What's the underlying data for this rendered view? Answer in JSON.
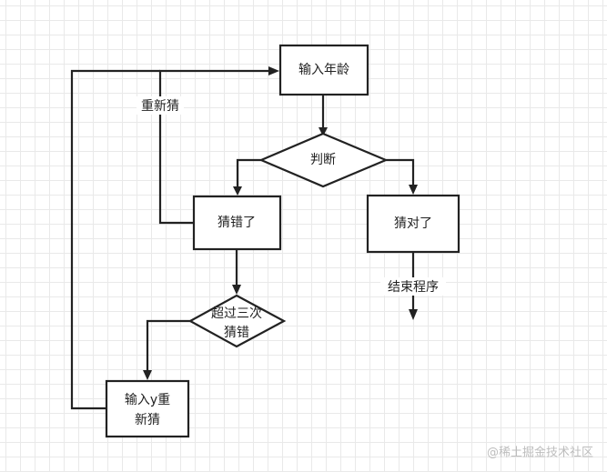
{
  "nodes": {
    "input_age": "输入年龄",
    "judge": "判断",
    "guess_wrong": "猜错了",
    "guess_right": "猜对了",
    "over_three_line1": "超过三次",
    "over_three_line2": "猜错",
    "input_y_line1": "输入y重",
    "input_y_line2": "新猜"
  },
  "labels": {
    "re_guess": "重新猜",
    "end_program": "结束程序"
  },
  "watermark": "@稀土掘金技术社区"
}
